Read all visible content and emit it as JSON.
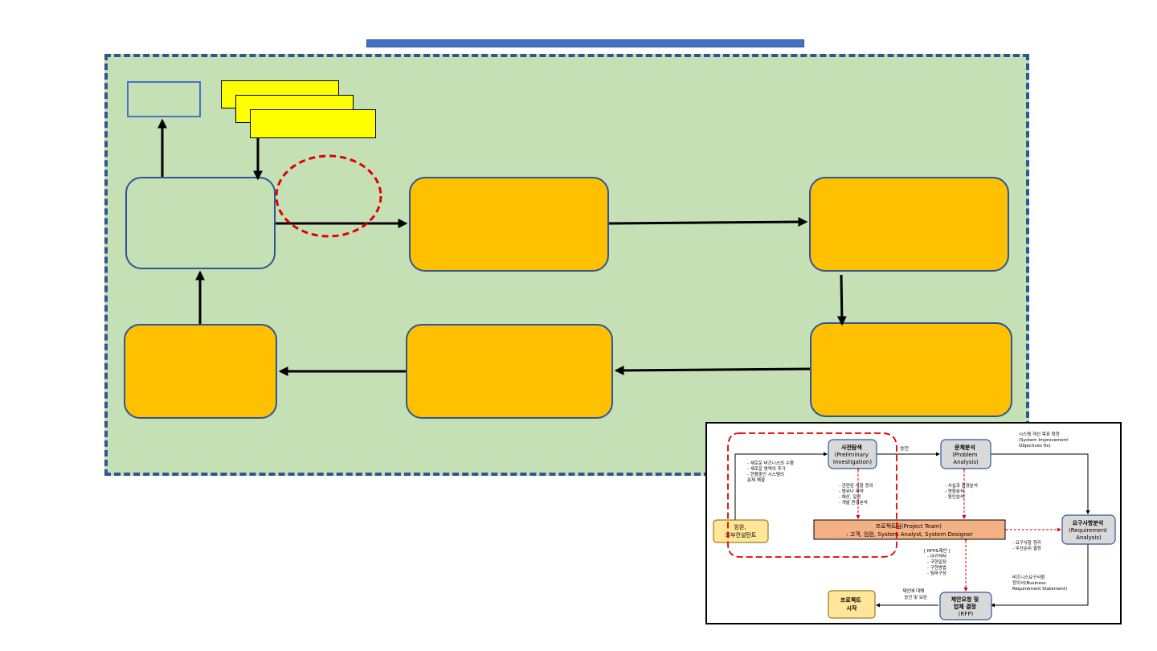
{
  "reference": {
    "nodes": {
      "preliminary": [
        "사전탐색",
        "(Preliminary",
        "Investigation)"
      ],
      "problem": [
        "문제분석",
        "(Problem",
        "Analysis)"
      ],
      "requirement": [
        "요구사항분석",
        "(Requirement",
        "Analysis)"
      ],
      "rfp": [
        "제안요청 및",
        "업체 결정",
        "(RFP)"
      ],
      "start": [
        "프로젝트",
        "시작"
      ],
      "client": [
        "임원,",
        "외부컨설턴트"
      ],
      "team_title": "프로젝트팀(Project Team)",
      "team_members": ": 고객, 임원, System Analyst, System Designer"
    },
    "labels": {
      "approval": "승인",
      "improvement_goal": [
        "시스템 개선 목표 확정",
        "(System Improvement",
        "Objectives fix)"
      ],
      "client_needs": [
        "-  새로운 비즈니스의 수행",
        "-  새로운 영역의 추가",
        "-  현행중인 시스템의",
        "   문제 해결"
      ],
      "prelim_items": [
        "-  관련된 사항 정의",
        "-  범위나 제약",
        "-  예산, 일정",
        "-  개발 환경분석"
      ],
      "problem_items": [
        "-  사실과 환경분석",
        "-  영향분석",
        "-  원인분석"
      ],
      "req_items": [
        "-  요구사항 정리",
        "-  우선순위 결정"
      ],
      "rfp_proposal": [
        "[ RFP&제안 ]",
        "-  아키텍처",
        "-  구현일정",
        "-  구현방법",
        "-  팀파구성"
      ],
      "brs": [
        "비즈니스요구사항",
        "정의서(Business",
        "Requirement Statement)"
      ],
      "proposal_approval": [
        "제안에 대해",
        "승인 및 보완"
      ]
    }
  },
  "colors": {
    "panel_bg": "#c5e0b4",
    "panel_border": "#2f5597",
    "accent_blue": "#4472c4",
    "step_fill": "#ffc000",
    "note_fill": "#ffff00",
    "highlight_red": "#e00000",
    "team_fill": "#f4b183",
    "node_fill": "#d9d9d9",
    "client_fill": "#ffe699"
  }
}
